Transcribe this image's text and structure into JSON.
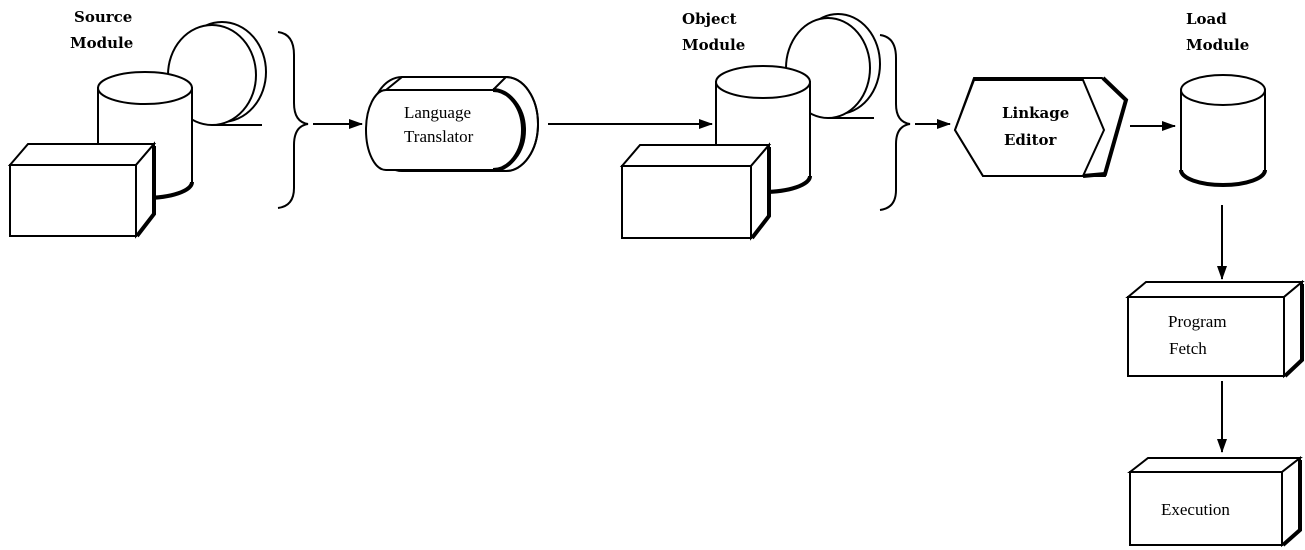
{
  "labels": {
    "source_module": [
      "Source",
      "Module"
    ],
    "object_module": [
      "Object",
      "Module"
    ],
    "load_module": [
      "Load",
      "Module"
    ],
    "language_translator": [
      "Language",
      "Translator"
    ],
    "linkage_editor": [
      "Linkage",
      "Editor"
    ],
    "program_fetch": [
      "Program",
      "Fetch"
    ],
    "execution": "Execution"
  }
}
